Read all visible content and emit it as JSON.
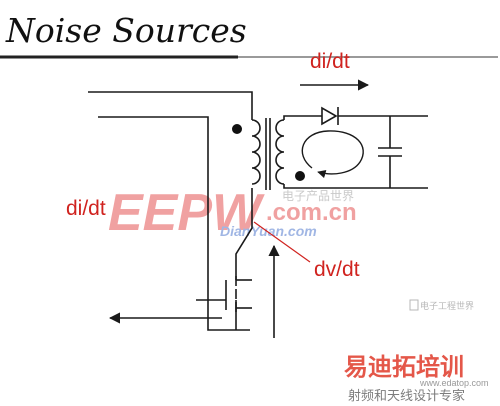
{
  "title": "Noise Sources",
  "labels": {
    "top_current": "di/dt",
    "left_current": "di/dt",
    "voltage": "dv/dt"
  },
  "watermark": {
    "logo": "EEPW",
    "com": ".com.cn",
    "url": "DianYuan.com",
    "cn_tag": "电子产品世界",
    "badge_cn": "易迪拓培训",
    "badge_sub": "射频和天线设计专家",
    "badge_url": "www.edatop.com",
    "corner_logo": "电子工程世界"
  },
  "colors": {
    "title_text": "#111111",
    "label_red": "#d0231f",
    "wire": "#1a1a1a",
    "rule_gray": "#9a9a9a",
    "watermark_red": "#e03030",
    "watermark_blue": "#2f5fc4",
    "badge_red": "#e03a2a"
  }
}
